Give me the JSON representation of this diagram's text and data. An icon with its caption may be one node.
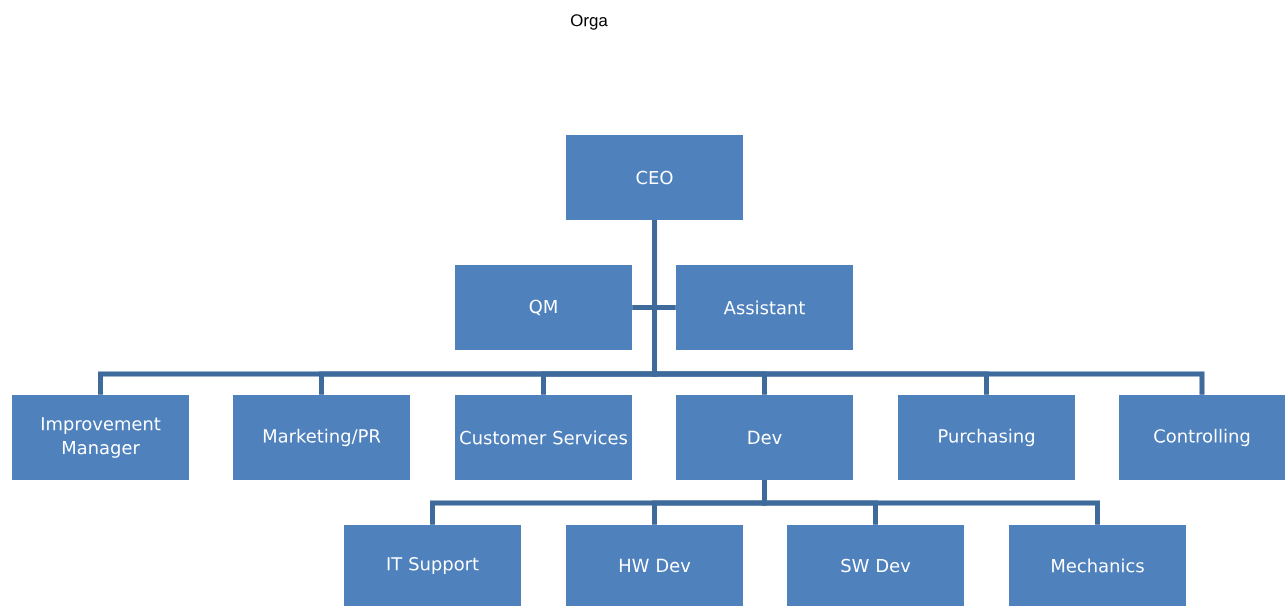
{
  "diagram": {
    "title": "Orga",
    "nodes": [
      {
        "text": [
          "CEO"
        ]
      },
      {
        "text": [
          "QM"
        ]
      },
      {
        "text": [
          "Assistant"
        ]
      },
      {
        "text": [
          "Improvement Manager"
        ]
      },
      {
        "text": [
          "Marketing/PR"
        ]
      },
      {
        "text": [
          "Customer Services"
        ]
      },
      {
        "text": [
          "Dev"
        ]
      },
      {
        "text": [
          "Purchasing"
        ]
      },
      {
        "text": [
          "Controlling"
        ]
      },
      {
        "text": [
          "IT Support"
        ]
      },
      {
        "text": [
          "HW Dev"
        ]
      },
      {
        "text": [
          "SW Dev"
        ]
      },
      {
        "text": [
          "Mechanics"
        ]
      }
    ],
    "edges": [
      {
        "from": 0,
        "to": 1,
        "arrow": "none"
      },
      {
        "from": 0,
        "to": 2,
        "arrow": "none"
      },
      {
        "from": 0,
        "to": 3,
        "arrow": "none"
      },
      {
        "from": 0,
        "to": 4,
        "arrow": "none"
      },
      {
        "from": 0,
        "to": 5,
        "arrow": "none"
      },
      {
        "from": 0,
        "to": 6,
        "arrow": "none"
      },
      {
        "from": 0,
        "to": 7,
        "arrow": "none"
      },
      {
        "from": 0,
        "to": 8,
        "arrow": "none"
      },
      {
        "from": 6,
        "to": 9,
        "arrow": "none"
      },
      {
        "from": 6,
        "to": 10,
        "arrow": "none"
      },
      {
        "from": 6,
        "to": 11,
        "arrow": "none"
      },
      {
        "from": 6,
        "to": 12,
        "arrow": "none"
      }
    ]
  }
}
